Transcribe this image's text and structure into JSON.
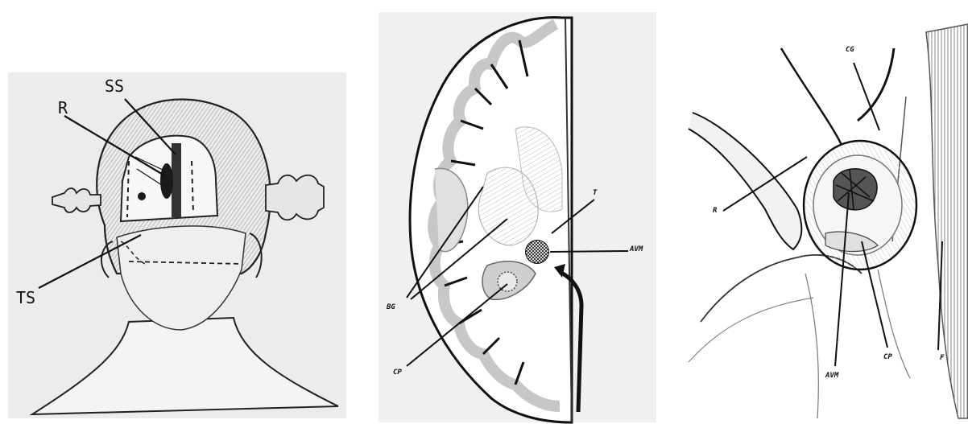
{
  "figure": {
    "panels": [
      {
        "id": "panel-1",
        "labels": {
          "ss": "SS",
          "r": "R",
          "ts": "TS"
        }
      },
      {
        "id": "panel-2",
        "labels": {
          "t": "T",
          "avm": "AVM",
          "bg": "BG",
          "cp": "CP"
        }
      },
      {
        "id": "panel-3",
        "labels": {
          "cg": "CG",
          "r": "R",
          "avm": "AVM",
          "cp": "CP",
          "f": "F"
        }
      }
    ]
  },
  "colors": {
    "ink": "#111111",
    "shade_light": "#d9d9d9",
    "shade_mid": "#b3b3b3",
    "shade_dark": "#7a7a7a",
    "paper": "#ffffff"
  }
}
